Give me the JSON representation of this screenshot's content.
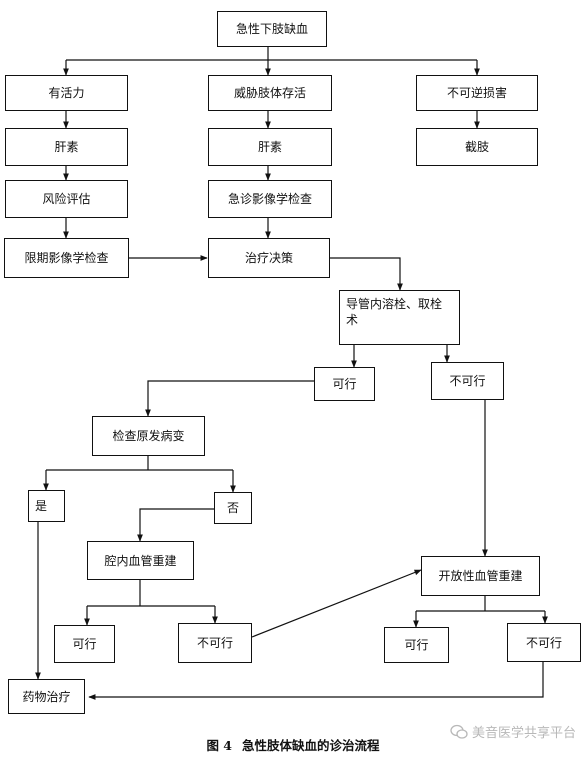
{
  "nodes": {
    "acute": "急性下肢缺血",
    "viable": "有活力",
    "threatened": "威胁肢体存活",
    "irreversible": "不可逆损害",
    "heparin1": "肝素",
    "heparin2": "肝素",
    "amputation": "截肢",
    "risk": "风险评估",
    "emergency_imaging": "急诊影像学检查",
    "scheduled_imaging": "限期影像学检查",
    "decision": "治疗决策",
    "catheter": "导管内溶栓、取栓术",
    "feasible1": "可行",
    "infeasible1": "不可行",
    "check_lesion": "检查原发病变",
    "yes": "是",
    "no": "否",
    "endo": "腔内血管重建",
    "open": "开放性血管重建",
    "feasible2": "可行",
    "infeasible2": "不可行",
    "feasible3": "可行",
    "infeasible3": "不可行",
    "drug": "药物治疗"
  },
  "caption": {
    "fig_label": "图 4",
    "title": "急性肢体缺血的诊治流程"
  },
  "watermark": {
    "text": "美音医学共享平台"
  },
  "colors": {
    "line": "#111111",
    "watermark": "#b8b8b8"
  }
}
